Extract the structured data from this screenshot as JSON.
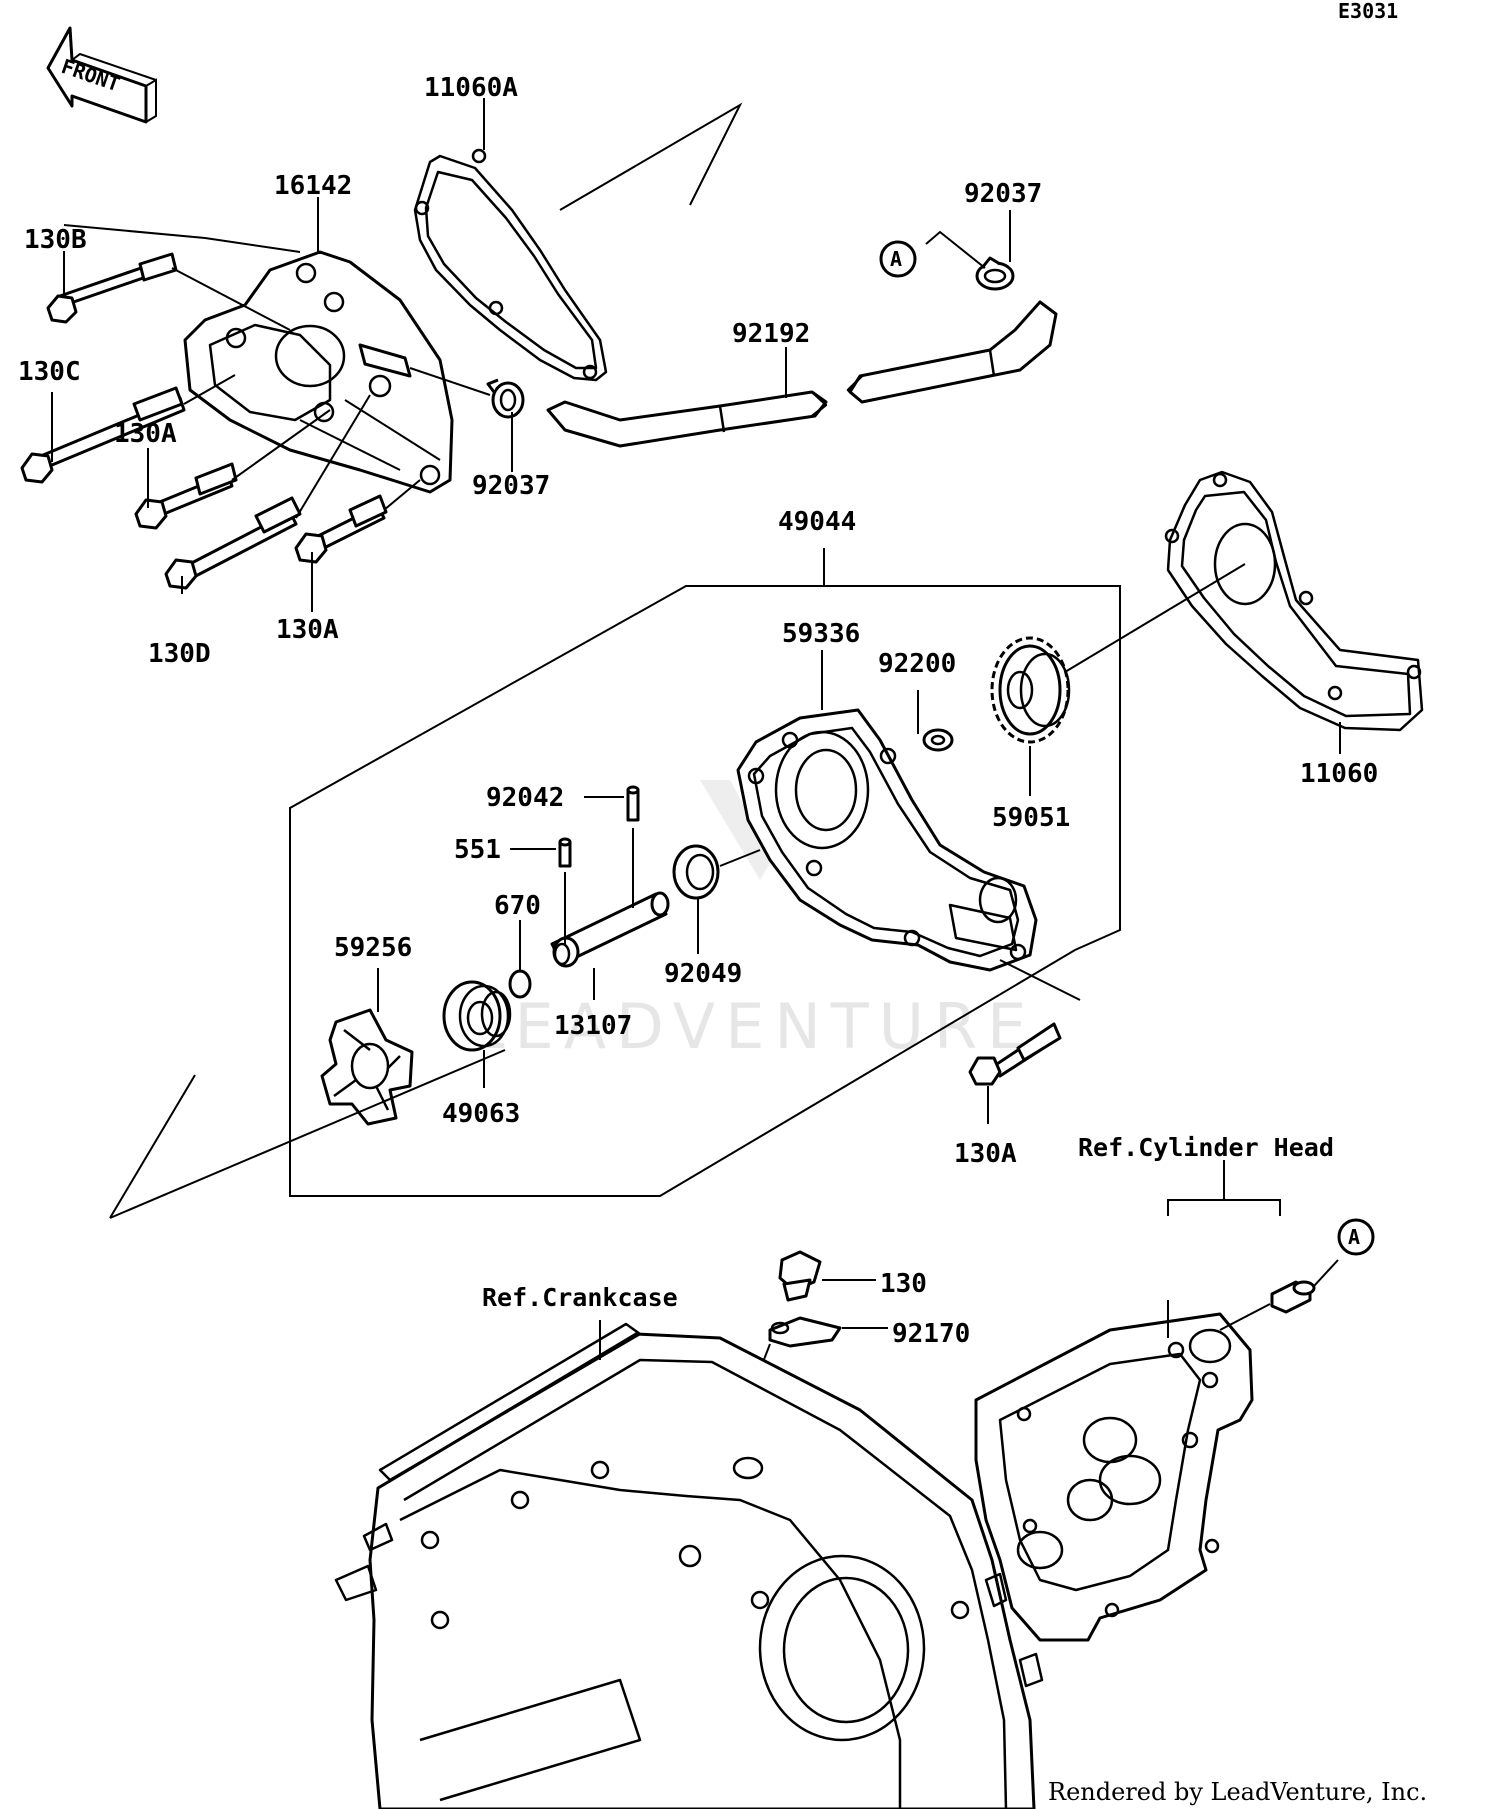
{
  "diagram_code": "E3031",
  "front_label": "FRONT",
  "labels": {
    "p11060A": "11060A",
    "p16142": "16142",
    "p130B": "130B",
    "p130C": "130C",
    "p130A_1": "130A",
    "p130D": "130D",
    "p130A_2": "130A",
    "p92037_1": "92037",
    "p92037_2": "92037",
    "p92192": "92192",
    "p49044": "49044",
    "p59336": "59336",
    "p92200": "92200",
    "p59051": "59051",
    "p11060": "11060",
    "p92042": "92042",
    "p551": "551",
    "p670": "670",
    "p59256": "59256",
    "p13107": "13107",
    "p92049": "92049",
    "p49063": "49063",
    "p130A_3": "130A",
    "p130": "130",
    "p92170": "92170"
  },
  "references": {
    "cylinder_head": "Ref.Cylinder Head",
    "crankcase": "Ref.Crankcase"
  },
  "callout_a": "A",
  "watermark": "LEADVENTURE",
  "credit": "Rendered by LeadVenture, Inc."
}
